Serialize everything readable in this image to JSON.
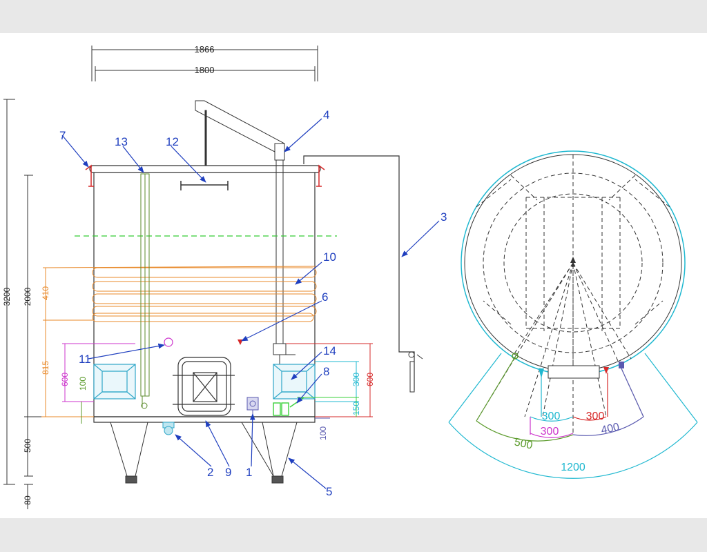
{
  "colors": {
    "background": "#ffffff",
    "outer_band": "#e8e8e8",
    "outline": "#333333",
    "callout": "#1f3fbf",
    "jacket": "#e8892a",
    "level_gauge": "#5a8a2a",
    "door": "#2fa7c8",
    "cyan": "#1fb8d0",
    "magenta": "#cc33cc",
    "red": "#d62828",
    "green": "#5a9a2a",
    "bright_green": "#3ad13a",
    "slate": "#5a5ab0",
    "level_line": "#33cc33"
  },
  "dimensions": {
    "width_outer": "1866",
    "width_inner": "1800",
    "height_total": "3200",
    "height_body": "2000",
    "height_legs": "500",
    "height_foot": "80",
    "jacket_height": "410",
    "jacket_from_bottom": "815",
    "door_left_height": "600",
    "door_left_bottom": "100",
    "door_right_height": "600",
    "door_right_center": "300",
    "outlet_height": "150",
    "valve_height": "100"
  },
  "callouts": [
    "1",
    "2",
    "3",
    "4",
    "5",
    "6",
    "7",
    "8",
    "9",
    "10",
    "11",
    "12",
    "13",
    "14"
  ],
  "plan_view": {
    "outer_arc": "1200",
    "arc_500": "500",
    "arc_400": "400",
    "arc_300_cyan": "300",
    "arc_300_red": "300",
    "arc_300_magenta": "300"
  }
}
